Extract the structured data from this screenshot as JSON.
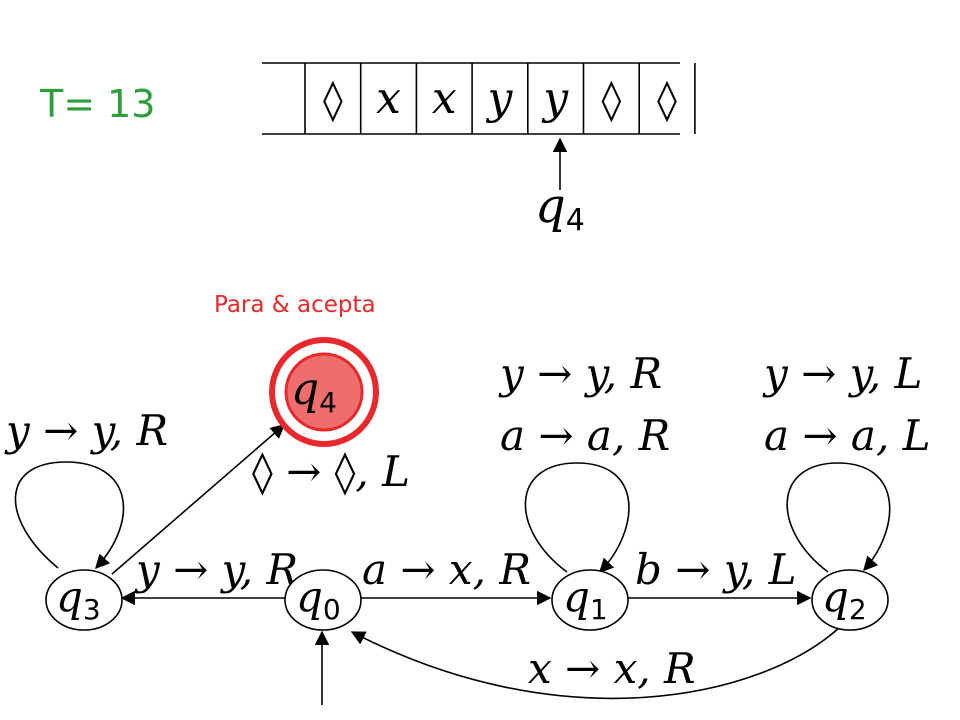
{
  "step_label": "T= 13",
  "colors": {
    "step": "#2e9e3a",
    "halt": "#e8282a",
    "accept_fill": "#ee6d6d",
    "accept_ring": "#e8282a",
    "ink": "#000000"
  },
  "tape": {
    "cells": [
      "◊",
      "x",
      "x",
      "y",
      "y",
      "◊",
      "◊"
    ],
    "head_index": 4,
    "head_state": {
      "name": "q",
      "sub": "4"
    }
  },
  "halt_note": "Para & acepta",
  "states": [
    {
      "id": "q0",
      "name": "q",
      "sub": "0",
      "initial": true,
      "accept": false
    },
    {
      "id": "q1",
      "name": "q",
      "sub": "1",
      "initial": false,
      "accept": false
    },
    {
      "id": "q2",
      "name": "q",
      "sub": "2",
      "initial": false,
      "accept": false
    },
    {
      "id": "q3",
      "name": "q",
      "sub": "3",
      "initial": false,
      "accept": false
    },
    {
      "id": "q4",
      "name": "q",
      "sub": "4",
      "initial": false,
      "accept": true
    }
  ],
  "transitions": [
    {
      "from": "q0",
      "to": "q1",
      "labels": [
        "a → x, R"
      ]
    },
    {
      "from": "q1",
      "to": "q2",
      "labels": [
        "b → y, L"
      ]
    },
    {
      "from": "q2",
      "to": "q0",
      "labels": [
        "x → x, R"
      ]
    },
    {
      "from": "q0",
      "to": "q3",
      "labels": [
        "y → y, R"
      ]
    },
    {
      "from": "q3",
      "to": "q4",
      "labels": [
        "◊ → ◊, L"
      ]
    },
    {
      "from": "q3",
      "to": "q3",
      "labels": [
        "y → y, R"
      ]
    },
    {
      "from": "q1",
      "to": "q1",
      "labels": [
        "y → y, R",
        "a → a, R"
      ]
    },
    {
      "from": "q2",
      "to": "q2",
      "labels": [
        "y → y, L",
        "a → a, L"
      ]
    }
  ]
}
